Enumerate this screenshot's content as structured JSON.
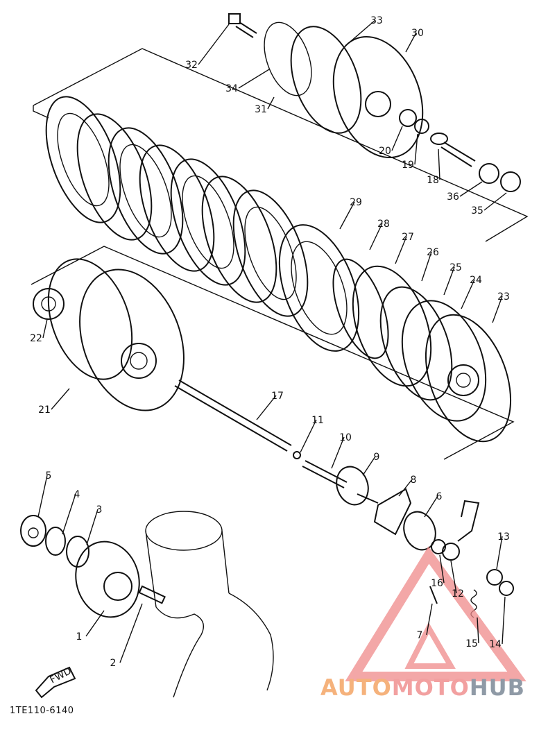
{
  "diagram": {
    "callouts": [
      {
        "num": "1"
      },
      {
        "num": "2"
      },
      {
        "num": "3"
      },
      {
        "num": "4"
      },
      {
        "num": "5"
      },
      {
        "num": "6"
      },
      {
        "num": "7"
      },
      {
        "num": "8"
      },
      {
        "num": "9"
      },
      {
        "num": "10"
      },
      {
        "num": "11"
      },
      {
        "num": "12"
      },
      {
        "num": "13"
      },
      {
        "num": "14"
      },
      {
        "num": "15"
      },
      {
        "num": "16"
      },
      {
        "num": "17"
      },
      {
        "num": "18"
      },
      {
        "num": "19"
      },
      {
        "num": "20"
      },
      {
        "num": "21"
      },
      {
        "num": "22"
      },
      {
        "num": "23"
      },
      {
        "num": "24"
      },
      {
        "num": "25"
      },
      {
        "num": "26"
      },
      {
        "num": "27"
      },
      {
        "num": "28"
      },
      {
        "num": "29"
      },
      {
        "num": "30"
      },
      {
        "num": "31"
      },
      {
        "num": "32"
      },
      {
        "num": "33"
      },
      {
        "num": "34"
      },
      {
        "num": "35"
      },
      {
        "num": "36"
      }
    ],
    "fwd_label": "FWD",
    "drawing_code": "1TE110-6140"
  },
  "watermark": {
    "part_a": "AUTO",
    "part_b": "MOTO",
    "part_c": "HUB",
    "colors": {
      "auto": "#f5b27c",
      "moto": "#f2a0a0",
      "hub": "#8f9aa6",
      "triangle": "#f08a8a"
    }
  }
}
